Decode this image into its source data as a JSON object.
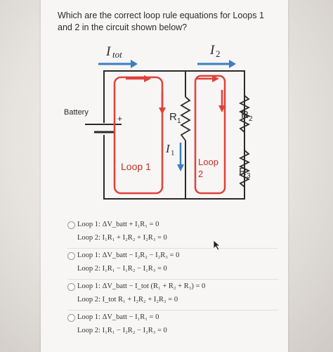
{
  "question": {
    "text": "Which are the correct loop rule equations for Loops 1 and 2 in the circuit shown below?"
  },
  "circuit": {
    "current_total_label": "I",
    "current_total_sub": "tot",
    "current_2_label": "I",
    "current_2_sub": "2",
    "current_1_label": "I",
    "current_1_sub": "1",
    "battery_label": "Battery",
    "plus_sign": "+",
    "r1_label": "R",
    "r1_sub": "1",
    "r2_label": "R",
    "r2_sub": "2",
    "r3_label": "R",
    "r3_sub": "3",
    "loop1_label": "Loop 1",
    "loop2_line1": "Loop",
    "loop2_line2": "2",
    "colors": {
      "current_arrow": "#3a7fc1",
      "loop_outline": "#e0413a",
      "wire": "#2a2a2a"
    }
  },
  "options": [
    {
      "loop1": "Loop 1: ΔV_batt + I₁R₁ = 0",
      "loop2": "Loop 2: I₁R₁ + I₂R₂ + I₂R₃ = 0"
    },
    {
      "loop1": "Loop 1: ΔV_batt − I₂R₂ − I₂R₃ = 0",
      "loop2": "Loop 2: I₁R₁ − I₁R₂ − I₁R₃ = 0"
    },
    {
      "loop1": "Loop 1: ΔV_batt − I_tot (R₁ + R₂ + R₃) = 0",
      "loop2": "Loop 2: I_tot R₁ + I₂R₂ + I₂R₃ = 0"
    },
    {
      "loop1": "Loop 1: ΔV_batt − I₁R₁ = 0",
      "loop2": "Loop 2: I₁R₁ − I₂R₂ − I₂R₃ = 0"
    }
  ]
}
